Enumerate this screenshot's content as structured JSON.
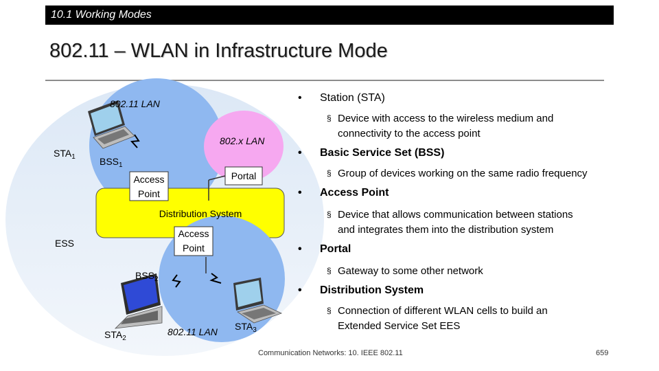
{
  "header": {
    "section": "10.1 Working Modes",
    "title": "802.11 – WLAN in Infrastructure Mode"
  },
  "diagram": {
    "lan_top": "802.11 LAN",
    "lan_bottom": "802.11 LAN",
    "xlan": "802.x LAN",
    "sta1": "STA",
    "sta1_sub": "1",
    "bss1": "BSS",
    "bss1_sub": "1",
    "sta2": "STA",
    "sta2_sub": "2",
    "bss2": "BSS",
    "bss2_sub": "2",
    "sta3": "STA",
    "sta3_sub": "3",
    "ess": "ESS",
    "ap1_line1": "Access",
    "ap1_line2": "Point",
    "ap2_line1": "Access",
    "ap2_line2": "Point",
    "portal": "Portal",
    "distribution_system": "Distribution System",
    "colors": {
      "lan_blue": "#8fb8f0",
      "ellipse_light": "#d9e6f5",
      "xlan_pink": "#f6a8f0",
      "ds_yellow": "#ffff00"
    }
  },
  "bullets": [
    {
      "label": "Station (STA)",
      "bold": false,
      "sub": [
        "Device with access to the wireless medium and",
        "connectivity to the access point"
      ]
    },
    {
      "label": "Basic Service Set (BSS)",
      "bold": true,
      "sub": [
        "Group of devices working on the same radio frequency"
      ]
    },
    {
      "label": "Access Point",
      "bold": true,
      "sub": [
        "Device that allows communication between stations",
        "and integrates them into the distribution system"
      ]
    },
    {
      "label": "Portal",
      "bold": true,
      "sub": [
        "Gateway to some other network"
      ]
    },
    {
      "label": "Distribution System",
      "bold": true,
      "sub": [
        "Connection of different WLAN cells to build an",
        "Extended Service Set EES"
      ]
    }
  ],
  "footer": {
    "source": "Communication Networks: 10. IEEE 802.11",
    "page": "659"
  }
}
